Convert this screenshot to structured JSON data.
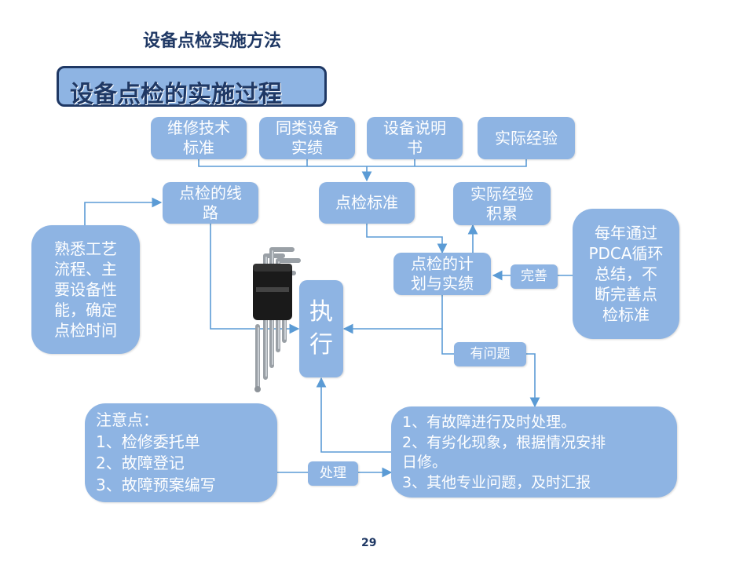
{
  "header": {
    "title": "设备点检实施方法"
  },
  "banner": {
    "text": "设备点检的实施过程"
  },
  "sources": [
    {
      "label": "维修技术\n标准"
    },
    {
      "label": "同类设备\n实绩"
    },
    {
      "label": "设备说明\n书"
    },
    {
      "label": "实际经验"
    }
  ],
  "route": {
    "label": "点检的线\n路"
  },
  "standard": {
    "label": "点检标准"
  },
  "experience": {
    "label": "实际经验\n积累"
  },
  "plan": {
    "label": "点检的计\n划与实绩"
  },
  "improve": {
    "label": "完善"
  },
  "annual": {
    "label": "每年通过\nPDCA循环\n总结，不\n断完善点\n检标准"
  },
  "familiar": {
    "label": "熟悉工艺\n流程、主\n要设备性\n能，确定\n点检时间"
  },
  "execute": {
    "label": "执\n行"
  },
  "problem": {
    "label": "有问题"
  },
  "notes": {
    "label": "注意点：\n1、检修委托单\n2、故障登记\n3、故障预案编写"
  },
  "handle": {
    "label": "处理"
  },
  "actions": {
    "label": "1、有故障进行及时处理。\n2、有劣化现象，根据情况安排\n日修。\n3、其他专业问题，及时汇报"
  },
  "tool_image": {
    "icon": "hex-key-set-icon"
  },
  "footer": {
    "page_number": "29"
  },
  "colors": {
    "box": "#8eb4e3",
    "dark": "#1f3864",
    "line": "#5b9bd5",
    "text": "#ffffff"
  }
}
